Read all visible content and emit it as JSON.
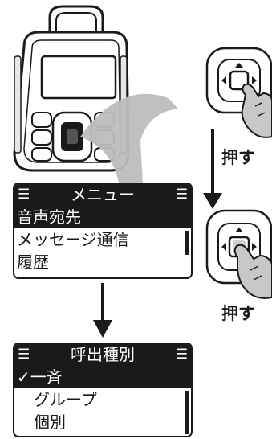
{
  "menu_screen": {
    "title": "メニュー",
    "title_left_glyph": "☰",
    "title_right_glyph": "☰",
    "items": [
      "音声宛先",
      "メッセージ通信",
      "履歴"
    ],
    "selected_index": 0
  },
  "type_screen": {
    "title": "呼出種別",
    "title_left_glyph": "☰",
    "title_right_glyph": "☰",
    "items": [
      {
        "check": "✓",
        "label": "一斉"
      },
      {
        "check": "",
        "label": "グループ"
      },
      {
        "check": "",
        "label": "個別"
      }
    ],
    "selected_index": 0
  },
  "steps": {
    "push_label_1": "押す",
    "push_label_2": "押す"
  },
  "icons": {
    "device": "radio-device-icon",
    "dpad_1": "dpad-icon",
    "dpad_2": "dpad-icon",
    "hand_1": "pressing-hand-icon",
    "hand_2": "pressing-hand-icon"
  }
}
